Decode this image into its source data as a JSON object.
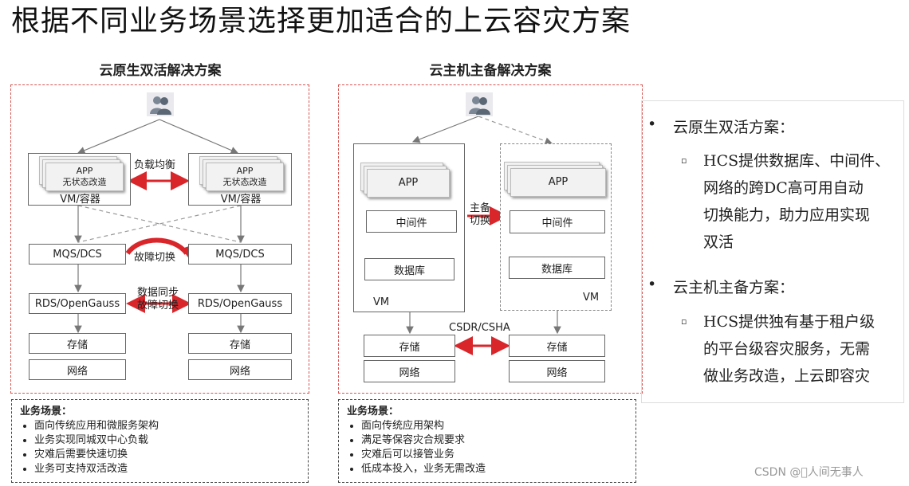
{
  "title": "根据不同业务场景选择更加适合的上云容灾方案",
  "left": {
    "heading": "云原生双活解决方案",
    "app_line1": "APP",
    "app_line2": "无状态改造",
    "vm_label": "VM/容器",
    "lb_label": "负载均衡",
    "mq": "MQS/DCS",
    "failover": "故障切换",
    "rds": "RDS/OpenGauss",
    "sync_line1": "数据同步",
    "sync_line2": "故障切换",
    "storage": "存储",
    "network": "网络",
    "scenario_title": "业务场景：",
    "scenarios": [
      "面向传统应用和微服务架构",
      "业务实现同城双中心负载",
      "灾难后需要快速切换",
      "业务可支持双活改造"
    ]
  },
  "mid": {
    "heading": "云主机主备解决方案",
    "app": "APP",
    "middleware": "中间件",
    "database": "数据库",
    "vm": "VM",
    "switch_line1": "主备",
    "switch_line2": "切换",
    "csdr": "CSDR/CSHA",
    "storage": "存储",
    "network": "网络",
    "scenario_title": "业务场景：",
    "scenarios": [
      "面向传统应用架构",
      "满足等保容灾合规要求",
      "灾难后可以接管业务",
      "低成本投入，业务无需改造"
    ]
  },
  "right": {
    "bullet1": "云原生双活方案：",
    "bullet1_sub": [
      "HCS提供数据库、中间件、",
      "网络的跨DC高可用自动",
      "切换能力，助力应用实现",
      "双活"
    ],
    "bullet2": "云主机主备方案：",
    "bullet2_sub": [
      "HCS提供独有基于租户级",
      "的平台级容灾服务，无需",
      "做业务改造，上云即容灾"
    ]
  },
  "watermark": "CSDN @\u0000人间无事人",
  "colors": {
    "arrow_red": "#d9262b",
    "panel_border": "#d9534f"
  }
}
